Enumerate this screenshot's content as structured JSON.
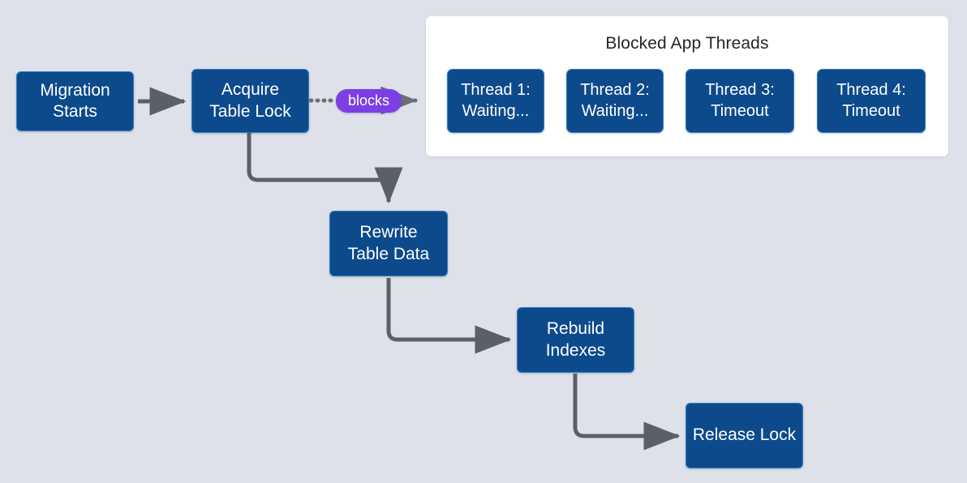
{
  "diagram": {
    "background_color": "#dee1e9",
    "node_color": "#0d4a8c",
    "node_border_color": "#2f7fc4",
    "edge_color": "#5a6068",
    "accent_color": "#7b3fe4",
    "panel_color": "#ffffff"
  },
  "panel": {
    "title": "Blocked App Threads"
  },
  "nodes": {
    "migration_starts": "Migration\nStarts",
    "acquire_table_lock": "Acquire\nTable Lock",
    "rewrite_table_data": "Rewrite\nTable Data",
    "rebuild_indexes": "Rebuild\nIndexes",
    "release_lock": "Release Lock"
  },
  "threads": [
    {
      "label": "Thread 1:\nWaiting..."
    },
    {
      "label": "Thread 2:\nWaiting..."
    },
    {
      "label": "Thread 3:\nTimeout"
    },
    {
      "label": "Thread 4:\nTimeout"
    }
  ],
  "edges": {
    "blocks_label": "blocks"
  }
}
